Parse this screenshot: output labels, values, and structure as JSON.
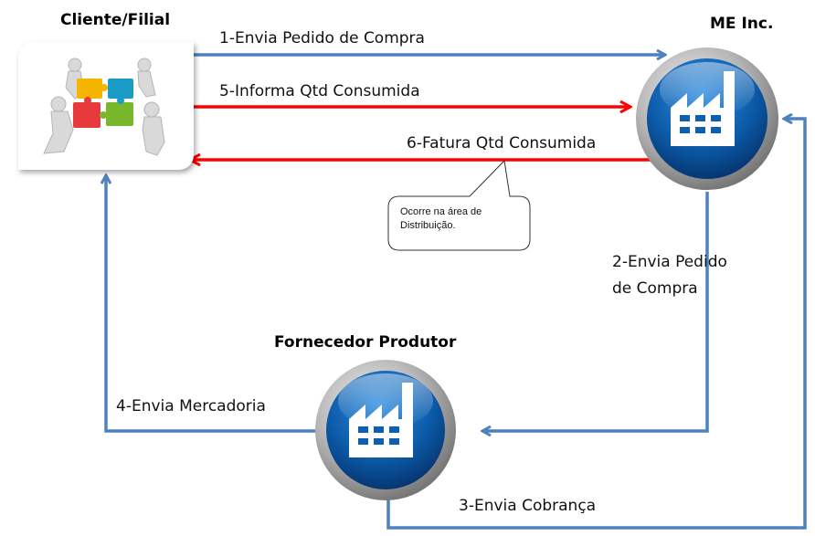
{
  "nodes": {
    "client": {
      "title": "Cliente/Filial",
      "icon": "puzzle-team-icon"
    },
    "me_inc": {
      "title": "ME Inc.",
      "icon": "factory-icon"
    },
    "supplier": {
      "title": "Fornecedor Produtor",
      "icon": "factory-icon"
    }
  },
  "flows": [
    {
      "id": "1",
      "label": "1-Envia Pedido de Compra",
      "from": "Cliente/Filial",
      "to": "ME Inc.",
      "color": "#4f81bd"
    },
    {
      "id": "2",
      "label_line1": "2-Envia Pedido",
      "label_line2": "de Compra",
      "from": "ME Inc.",
      "to": "Fornecedor Produtor",
      "color": "#4f81bd"
    },
    {
      "id": "3",
      "label": "3-Envia Cobrança",
      "from": "Fornecedor Produtor",
      "to": "ME Inc.",
      "color": "#4f81bd"
    },
    {
      "id": "4",
      "label": "4-Envia Mercadoria",
      "from": "Fornecedor Produtor",
      "to": "Cliente/Filial",
      "color": "#4f81bd"
    },
    {
      "id": "5",
      "label": "5-Informa Qtd Consumida",
      "from": "Cliente/Filial",
      "to": "ME Inc.",
      "color": "#ff0000"
    },
    {
      "id": "6",
      "label": "6-Fatura Qtd Consumida",
      "from": "ME Inc.",
      "to": "Cliente/Filial",
      "color": "#ff0000"
    }
  ],
  "callout": {
    "line1": "Ocorre na área de",
    "line2": "Distribuição."
  },
  "colors": {
    "blue_arrow": "#4f81bd",
    "red_arrow": "#ff0000",
    "factory_blue": "#0d5fb0"
  }
}
